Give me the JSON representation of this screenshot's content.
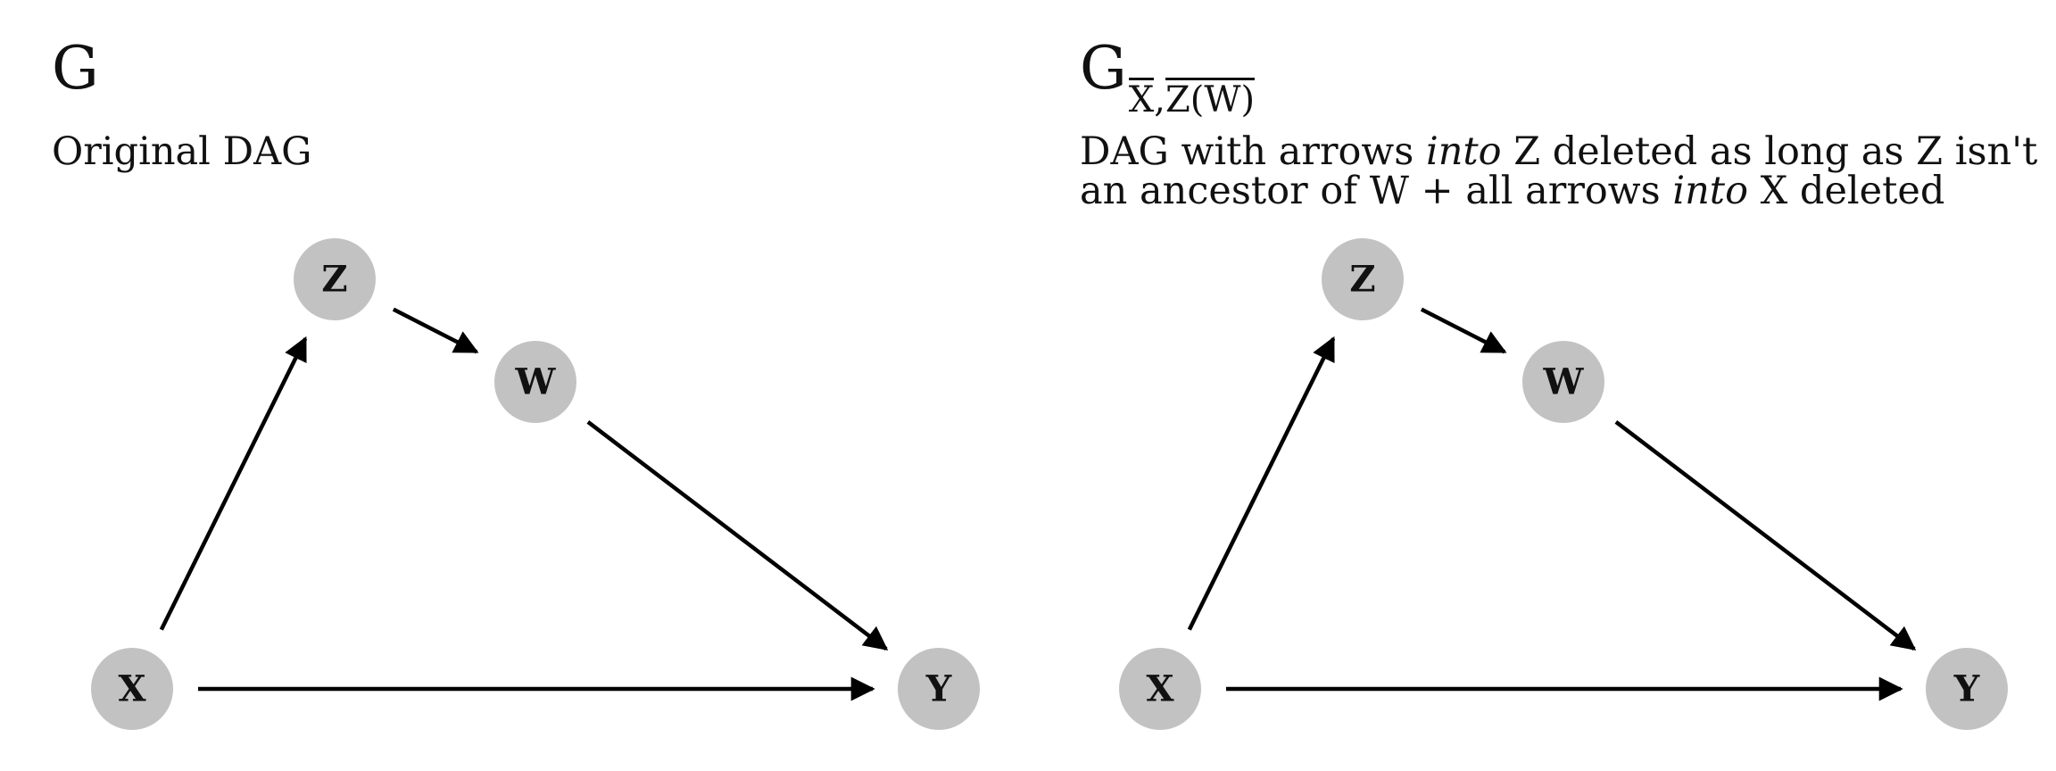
{
  "colors": {
    "node_fill": "#c2c2c2",
    "edge": "#000000",
    "text": "#111111"
  },
  "left_panel": {
    "title": "G",
    "description": "Original DAG",
    "nodes": [
      {
        "id": "Z",
        "label": "Z"
      },
      {
        "id": "W",
        "label": "W"
      },
      {
        "id": "X",
        "label": "X"
      },
      {
        "id": "Y",
        "label": "Y"
      }
    ],
    "edges": [
      {
        "from": "X",
        "to": "Z"
      },
      {
        "from": "Z",
        "to": "W"
      },
      {
        "from": "W",
        "to": "Y"
      },
      {
        "from": "X",
        "to": "Y"
      }
    ]
  },
  "right_panel": {
    "title": "G",
    "title_subscript_x": "X",
    "title_subscript_sep": ",",
    "title_subscript_zw": "Z(W)",
    "description": {
      "part1": "DAG with arrows ",
      "into1": "into",
      "part2": " Z deleted as long as Z isn't an ancestor of W + all arrows ",
      "into2": "into",
      "part3": " X deleted"
    },
    "nodes": [
      {
        "id": "Z",
        "label": "Z"
      },
      {
        "id": "W",
        "label": "W"
      },
      {
        "id": "X",
        "label": "X"
      },
      {
        "id": "Y",
        "label": "Y"
      }
    ],
    "edges": [
      {
        "from": "X",
        "to": "Z"
      },
      {
        "from": "Z",
        "to": "W"
      },
      {
        "from": "W",
        "to": "Y"
      },
      {
        "from": "X",
        "to": "Y"
      }
    ]
  }
}
